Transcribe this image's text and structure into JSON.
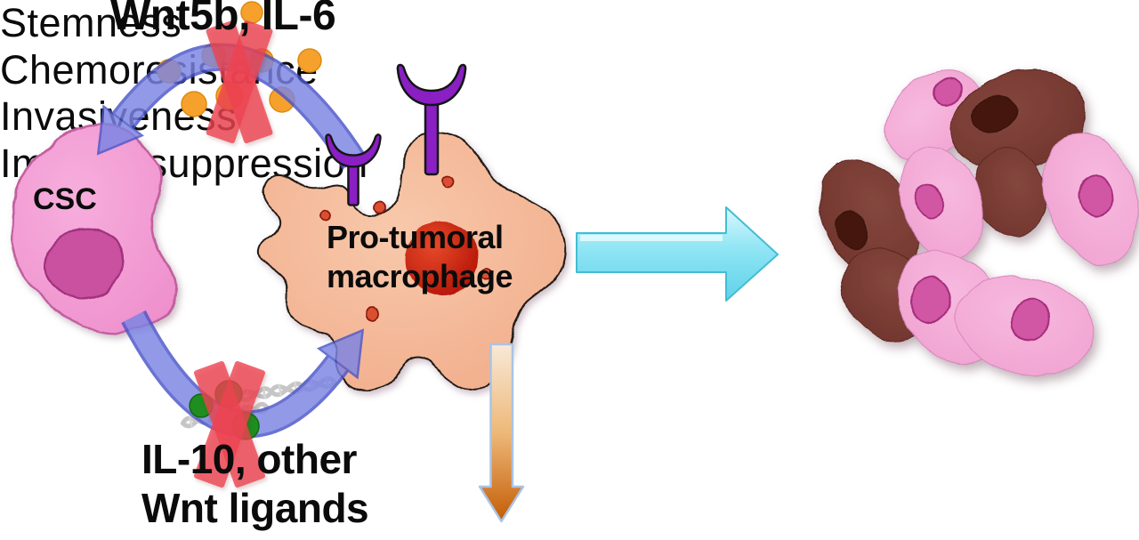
{
  "figure": {
    "labels": {
      "top_signal": "Wnt5b, IL-6",
      "csc": "CSC",
      "macrophage": "Pro-tumoral\nmacrophage",
      "bottom_signal": "IL-10, other\nWnt ligands"
    },
    "outcomes": [
      "Stemness",
      "Chemoresistance",
      "Invasiveness",
      "Immunosuppression"
    ],
    "colors": {
      "arrow_blue": "#7b84e4",
      "arrow_blue_edge": "#4a55c9",
      "inhibit_red": "#ee4450",
      "ligand_orange": "#f6a12c",
      "ligand_green": "#1f8d1f",
      "dna_gray": "#c6c6c6",
      "csc_pink_light": "#f7aedd",
      "csc_pink": "#ee8fcc",
      "csc_nucleus": "#c9519f",
      "macrophage_peach_light": "#f8c8ab",
      "macrophage_peach": "#f0ab88",
      "macrophage_nucleus_light": "#e84a2a",
      "macrophage_nucleus": "#b11205",
      "granule_red": "#da5030",
      "receptor_purple": "#8a1fc4",
      "cyan_light": "#d9f8fd",
      "cyan_mid": "#8fe5f4",
      "cyan_deep": "#5ed2e9",
      "outcome_arrow_top": "#f8e9d8",
      "outcome_arrow_mid": "#eeb878",
      "outcome_arrow_bottom": "#c45c05",
      "outcome_arrow_edge": "#a9c4e4",
      "tumor_pink_light": "#f7b9df",
      "tumor_pink": "#f0a2d0",
      "tumor_pink_nucleus": "#d156a3",
      "tumor_brown_light": "#84473e",
      "tumor_brown": "#6f332b",
      "tumor_brown_nucleus": "#451710"
    }
  }
}
